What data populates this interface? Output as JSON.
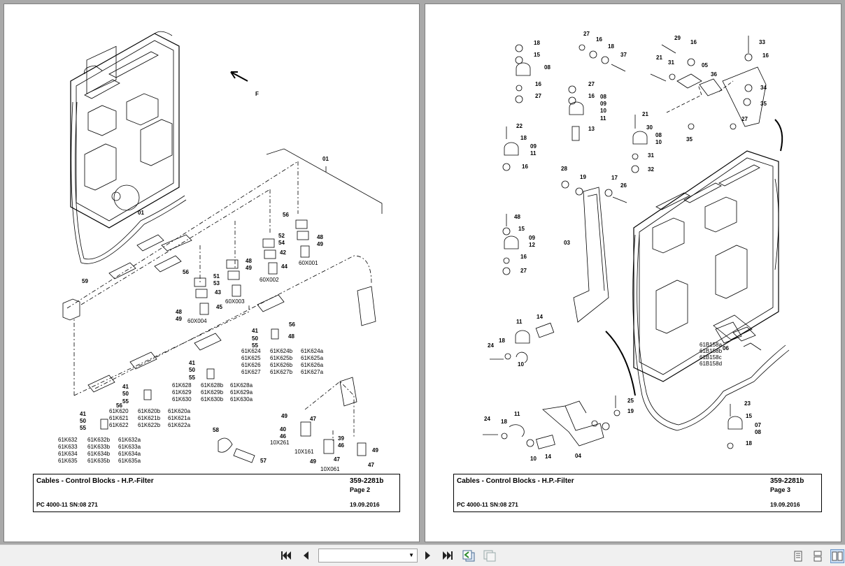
{
  "pages": [
    {
      "title": "Cables - Control Blocks - H.P.-Filter",
      "doc_number": "359-2281b",
      "page_label": "Page 2",
      "machine": "PC 4000-11 SN:08 271",
      "date": "19.09.2016",
      "callouts": {
        "c01a": "01",
        "c01b": "01",
        "c59": "59",
        "c56a": "56",
        "c56b": "56",
        "c56c": "56",
        "c56d": "56",
        "c51": "51",
        "c53": "53",
        "c43": "43",
        "c45": "45",
        "c48a": "48",
        "c49a": "49",
        "c52": "52",
        "c54": "54",
        "c42": "42",
        "c44": "44",
        "c48b": "48",
        "c49b": "49",
        "c48c": "48",
        "c49c": "49",
        "c48d": "48",
        "c41a": "41",
        "c50a": "50",
        "c55a": "55",
        "c41b": "41",
        "c50b": "50",
        "c55b": "55",
        "c41c": "41",
        "c50c": "50",
        "c55c": "55",
        "c41d": "41",
        "c50d": "50",
        "c55d": "55",
        "c58": "58",
        "c57": "57",
        "c49e": "49",
        "c47a": "47",
        "c40": "40",
        "c46a": "46",
        "c39": "39",
        "c46b": "46",
        "c49f": "49",
        "c49g": "49",
        "c47b": "47",
        "c47c": "47",
        "F": "F"
      },
      "connectors": {
        "x001": "60X001",
        "x002": "60X002",
        "x003": "60X003",
        "x004": "60X004",
        "x261": "10X261",
        "x161": "10X161",
        "x061": "10X061"
      },
      "relay_groups": {
        "g624": [
          "61K624",
          "61K625",
          "61K626",
          "61K627"
        ],
        "g624b": [
          "61K624b",
          "61K625b",
          "61K626b",
          "61K627b"
        ],
        "g624a": [
          "61K624a",
          "61K625a",
          "61K626a",
          "61K627a"
        ],
        "g628": [
          "61K628",
          "61K629",
          "61K630"
        ],
        "g628b": [
          "61K628b",
          "61K629b",
          "61K630b"
        ],
        "g628a": [
          "61K628a",
          "61K629a",
          "61K630a"
        ],
        "g620": [
          "61K620",
          "61K621",
          "61K622"
        ],
        "g620b": [
          "61K620b",
          "61K621b",
          "61K622b"
        ],
        "g620a": [
          "61K620a",
          "61K621a",
          "61K622a"
        ],
        "g632": [
          "61K632",
          "61K633",
          "61K634",
          "61K635"
        ],
        "g632b": [
          "61K632b",
          "61K633b",
          "61K634b",
          "61K635b"
        ],
        "g632a": [
          "61K632a",
          "61K633a",
          "61K634a",
          "61K635a"
        ]
      }
    },
    {
      "title": "Cables - Control Blocks - H.P.-Filter",
      "doc_number": "359-2281b",
      "page_label": "Page 3",
      "machine": "PC 4000-11 SN:08 271",
      "date": "19.09.2016",
      "callouts": {
        "r18a": "18",
        "r15a": "15",
        "r08a": "08",
        "r16a": "16",
        "r27a": "27",
        "r27b": "27",
        "r16b": "16",
        "r18b": "18",
        "r37": "37",
        "r27c": "27",
        "r16c": "16",
        "r08b": "08",
        "r09a": "09",
        "r10a": "10",
        "r11a": "11",
        "r13": "13",
        "r29": "29",
        "r16d": "16",
        "r21a": "21",
        "r31a": "31",
        "r05": "05",
        "r36": "36",
        "r33": "33",
        "r16e": "16",
        "r34": "34",
        "r35a": "35",
        "r27d": "27",
        "r35b": "35",
        "r22": "22",
        "r18c": "18",
        "r09b": "09",
        "r11b": "11",
        "r16f": "16",
        "r21b": "21",
        "r30": "30",
        "r08c": "08",
        "r10b": "10",
        "r31b": "31",
        "r32": "32",
        "r28": "28",
        "r19a": "19",
        "r17": "17",
        "r26": "26",
        "r03": "03",
        "r48": "48",
        "r15b": "15",
        "r09c": "09",
        "r12": "12",
        "r16g": "16",
        "r27e": "27",
        "r11c": "11",
        "r14a": "14",
        "r24a": "24",
        "r18d": "18",
        "r10c": "10",
        "r06": "06",
        "r25": "25",
        "r19b": "19",
        "r23": "23",
        "r15c": "15",
        "r07": "07",
        "r08d": "08",
        "r18e": "18",
        "r24b": "24",
        "r18f": "18",
        "r11d": "11",
        "r10d": "10",
        "r14b": "14",
        "r04": "04"
      },
      "sensors": [
        "61B158a",
        "61B158b",
        "61B158c",
        "61B158d"
      ]
    }
  ],
  "toolbar": {
    "page_select_value": "",
    "icons": {
      "first": "first-page-icon",
      "prev": "previous-page-icon",
      "next": "next-page-icon",
      "last": "last-page-icon",
      "back": "go-back-icon",
      "forward": "go-forward-icon",
      "single": "single-page-view-icon",
      "continuous": "continuous-view-icon",
      "facing": "facing-pages-view-icon"
    }
  }
}
